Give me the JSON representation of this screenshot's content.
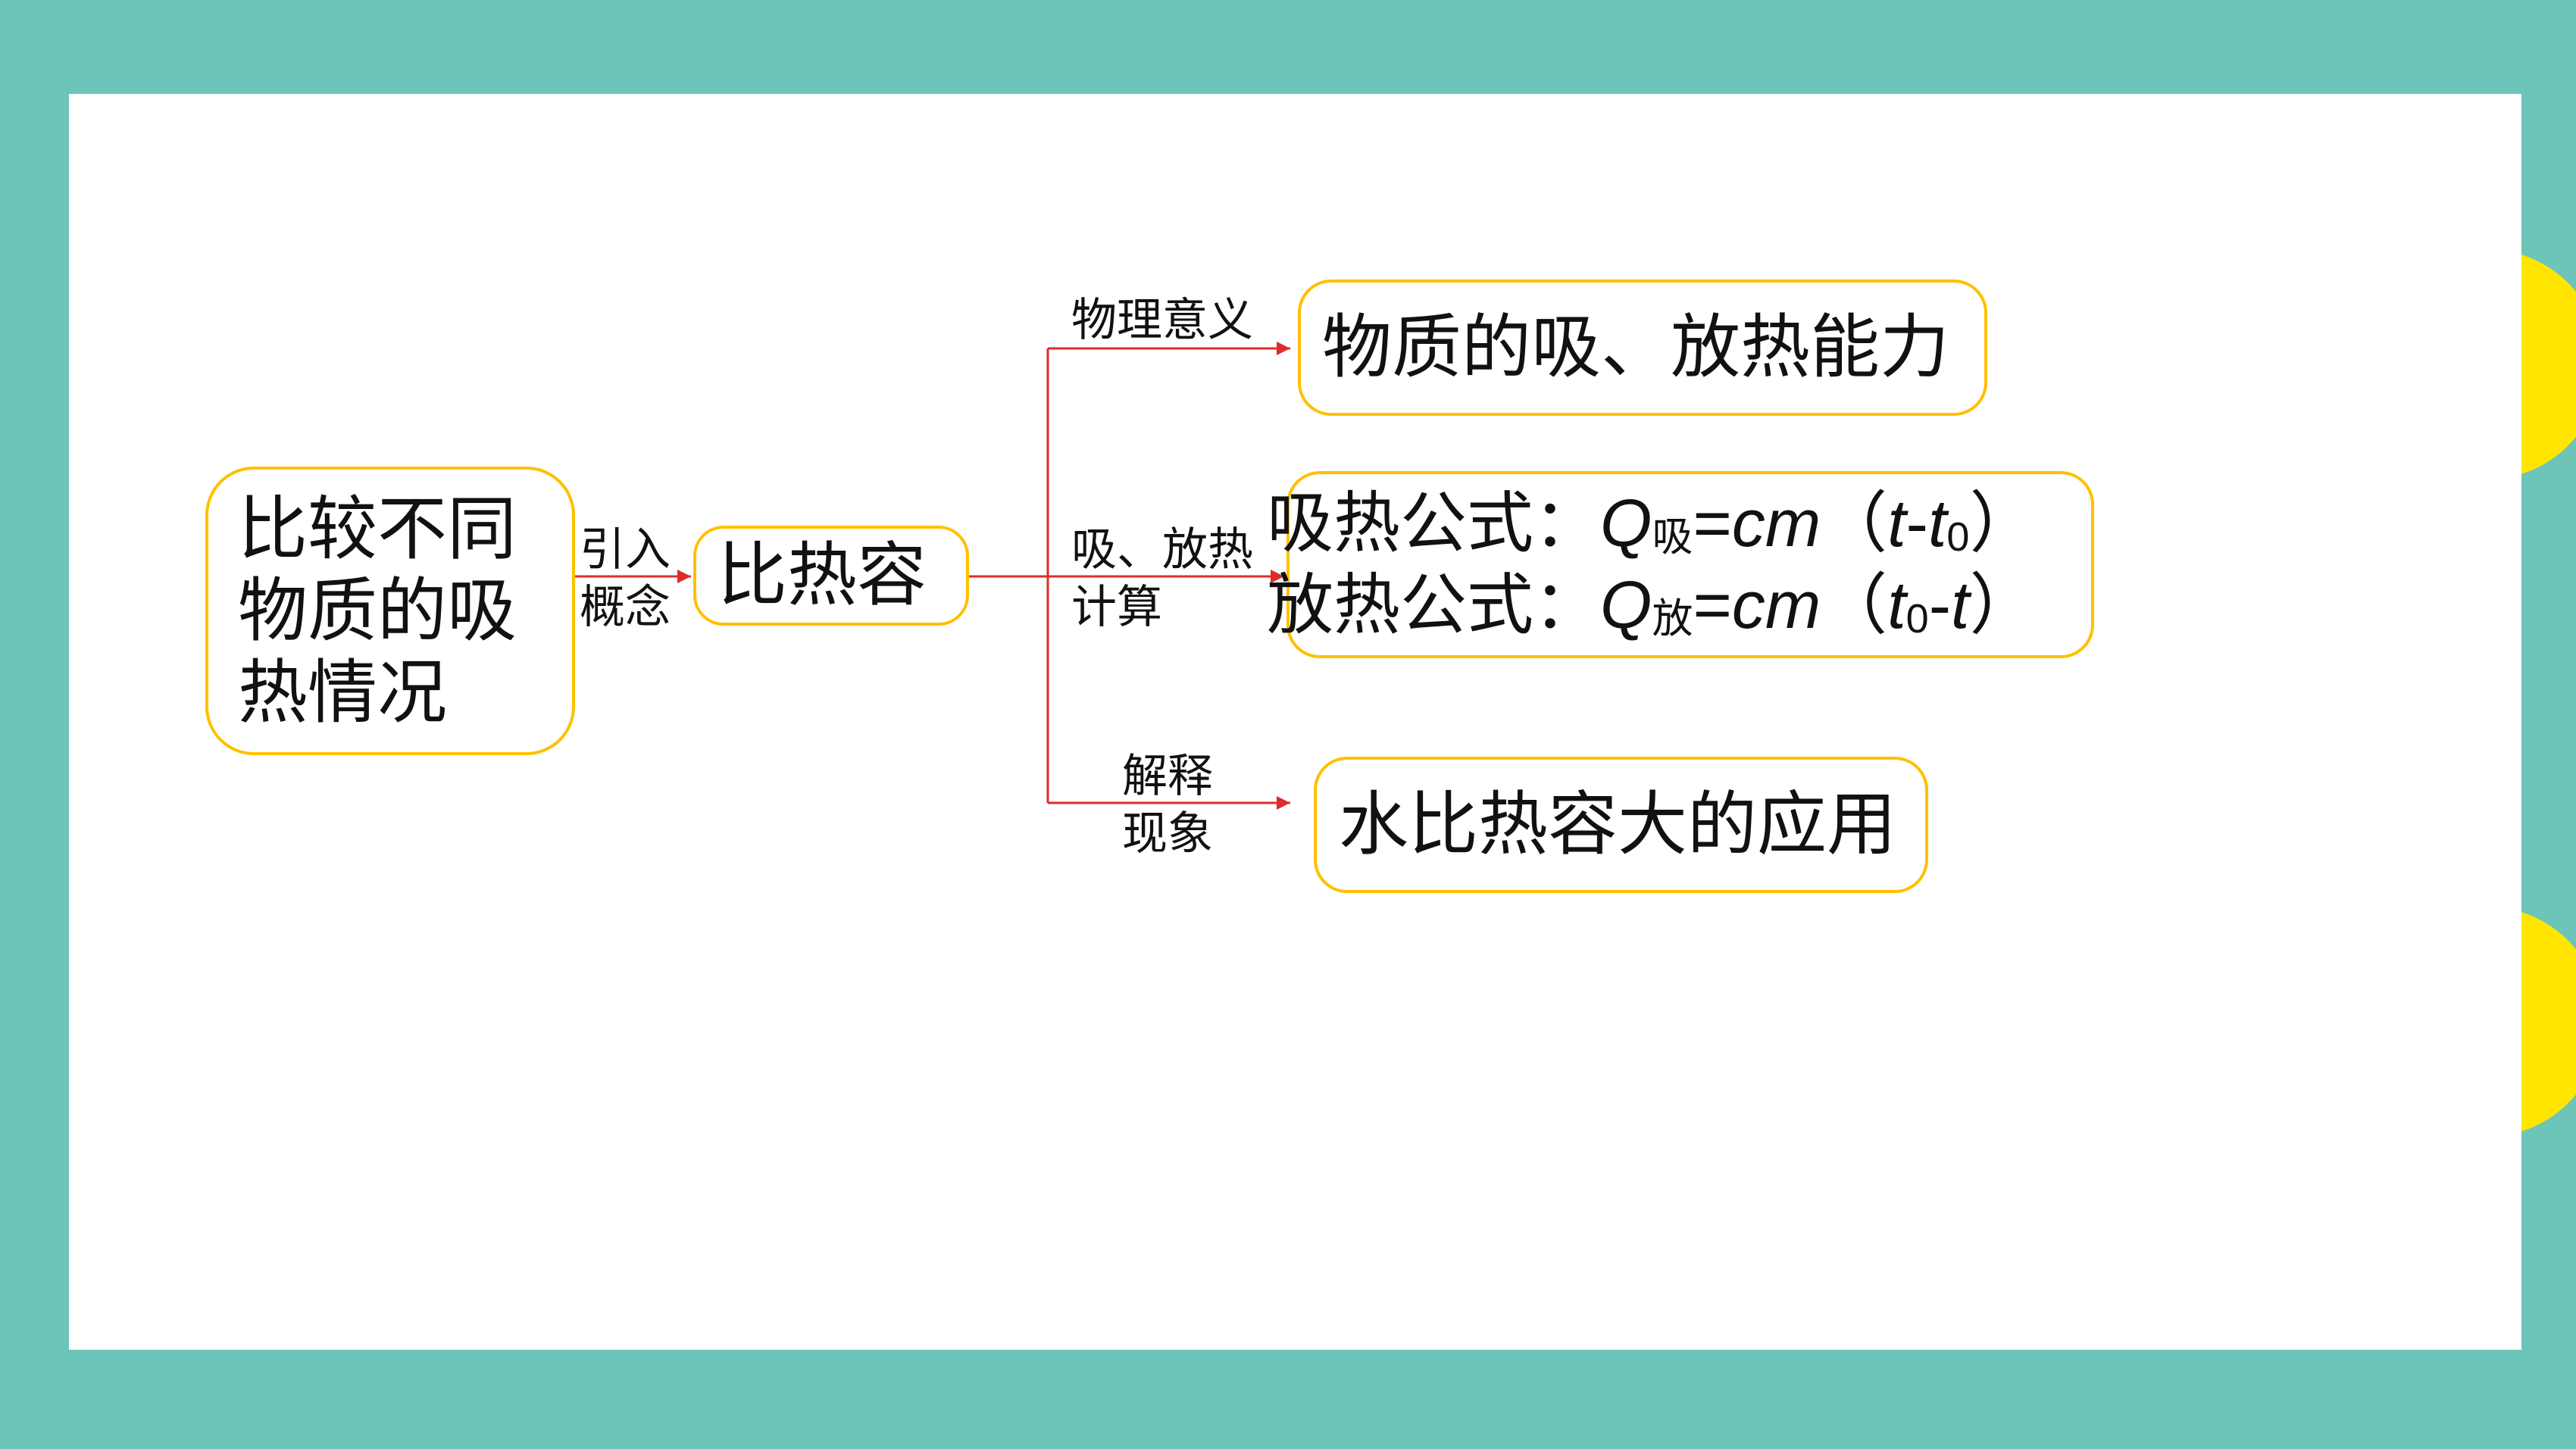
{
  "root_node": {
    "lines": [
      "比较不同",
      "物质的吸",
      "热情况"
    ]
  },
  "edge_introduce": {
    "lines": [
      "引入",
      "概念"
    ]
  },
  "concept_node": {
    "label": "比热容"
  },
  "edge_meaning": {
    "label": "物理意义"
  },
  "edge_calc": {
    "lines": [
      "吸、放热",
      "计算"
    ]
  },
  "edge_explain": {
    "lines": [
      "解释",
      "现象"
    ]
  },
  "meaning_node": {
    "label": "物质的吸、放热能力"
  },
  "formula_node": {
    "absorb": {
      "prefix": "吸热公式：",
      "q": "Q",
      "q_sub": "吸",
      "eq": "=",
      "cm": "cm",
      "lp": "（",
      "a": "t",
      "op": "-",
      "b": "t",
      "b_sub": "0",
      "rp": "）"
    },
    "release": {
      "prefix": "放热公式：",
      "q": "Q",
      "q_sub": "放",
      "eq": "=",
      "cm": "cm",
      "lp": "（",
      "a": "t",
      "a_sub": "0",
      "op": "-",
      "b": "t",
      "rp": "）"
    }
  },
  "application_node": {
    "label": "水比热容大的应用"
  },
  "colors": {
    "background": "#6DC5B9",
    "panel": "#FFFFFF",
    "accent_circle": "#FFE500",
    "node_border": "#FFC000",
    "connector": "#E02B2B",
    "text": "#111111"
  }
}
